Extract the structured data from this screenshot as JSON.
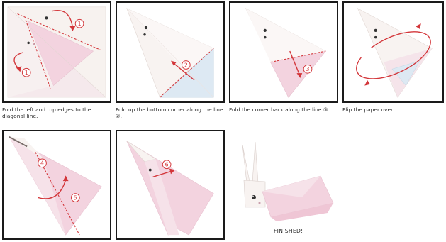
{
  "steps": [
    {
      "caption": "Fold the left and top edges to the diagonal line.",
      "markers": [
        "1",
        "1"
      ]
    },
    {
      "caption": "Fold up the bottom corner along the line ②.",
      "markers": [
        "2"
      ]
    },
    {
      "caption": "Fold the corner back along the line ③.",
      "markers": [
        "3"
      ]
    },
    {
      "caption": "Flip the paper over.",
      "markers": []
    },
    {
      "caption": "",
      "markers": [
        "4",
        "5"
      ]
    },
    {
      "caption": "",
      "markers": [
        "6"
      ]
    }
  ],
  "finished": {
    "caption": "FINISHED!"
  },
  "colors": {
    "paper_pink": "#f3d3df",
    "paper_white": "#f8f5f3",
    "paper_blue": "#dde9f3",
    "fold_line": "#d3363a",
    "arrow": "#d3363a",
    "border": "#1a1a1a"
  }
}
